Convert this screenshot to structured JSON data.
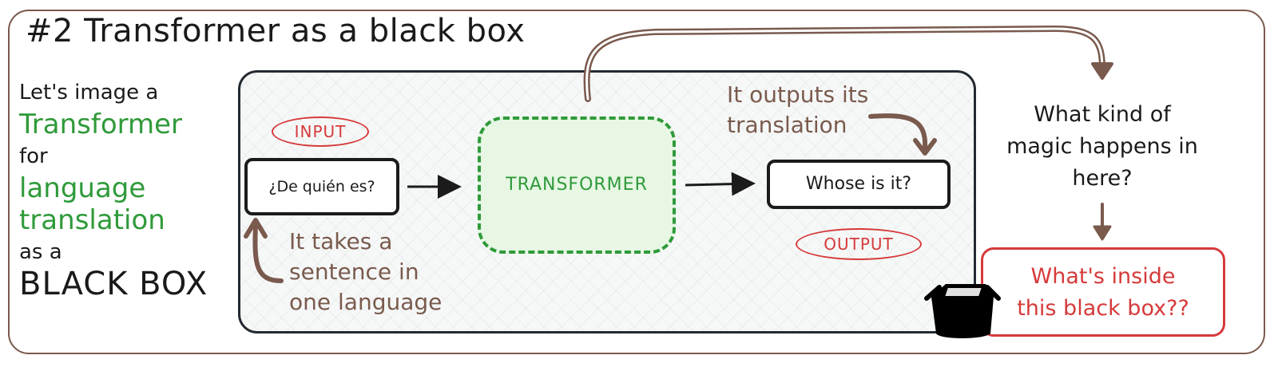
{
  "title": "#2 Transformer as a black box",
  "left_text": {
    "line1": "Let's image a",
    "line2": "Transformer",
    "line3": "for",
    "line4": "language",
    "line5": "translation",
    "line6": "as a",
    "line7": "BLACK BOX"
  },
  "input_label": "INPUT",
  "output_label": "OUTPUT",
  "input_sentence": "¿De quién es?",
  "output_sentence": "Whose is it?",
  "transformer_label": "TRANSFORMER",
  "takes_note": [
    "It takes a",
    "sentence in",
    "one language"
  ],
  "outputs_note": [
    "It outputs its",
    "translation"
  ],
  "magic_question": [
    "What kind of",
    "magic happens in",
    "here?"
  ],
  "inside_question": [
    "What's inside",
    "this black box??"
  ],
  "colors": {
    "green": "#2f9a3a",
    "red": "#d63a3a",
    "brown": "#7a5a4d",
    "dark": "#1b1b1b"
  },
  "icons": [
    "box-icon"
  ]
}
